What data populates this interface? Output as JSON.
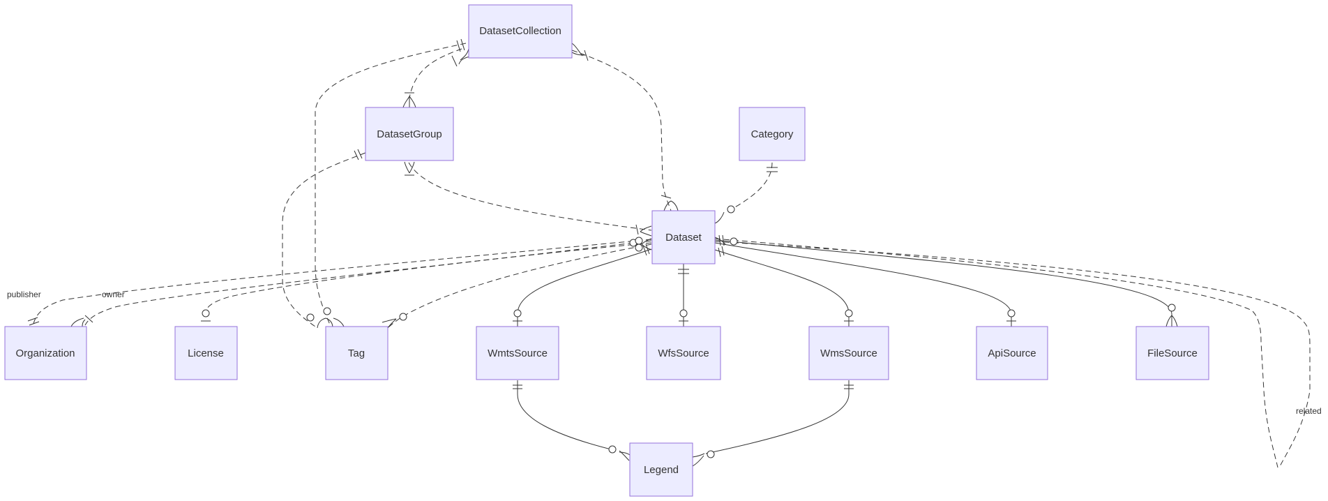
{
  "diagram": {
    "type": "er-diagram",
    "entities": {
      "DatasetCollection": "DatasetCollection",
      "DatasetGroup": "DatasetGroup",
      "Category": "Category",
      "Dataset": "Dataset",
      "Organization": "Organization",
      "License": "License",
      "Tag": "Tag",
      "WmtsSource": "WmtsSource",
      "WfsSource": "WfsSource",
      "WmsSource": "WmsSource",
      "ApiSource": "ApiSource",
      "FileSource": "FileSource",
      "Legend": "Legend"
    },
    "relationship_labels": {
      "publisher": "publisher",
      "owner": "owner",
      "related": "related"
    },
    "relationships": [
      {
        "from": "DatasetCollection",
        "to": "DatasetGroup",
        "style": "dashed"
      },
      {
        "from": "DatasetCollection",
        "to": "Dataset",
        "style": "dashed"
      },
      {
        "from": "DatasetCollection",
        "to": "Tag",
        "style": "dashed"
      },
      {
        "from": "DatasetGroup",
        "to": "Dataset",
        "style": "dashed"
      },
      {
        "from": "DatasetGroup",
        "to": "Tag",
        "style": "dashed"
      },
      {
        "from": "Category",
        "to": "Dataset",
        "style": "dashed"
      },
      {
        "from": "Dataset",
        "to": "Organization",
        "label": "publisher",
        "style": "dashed"
      },
      {
        "from": "Dataset",
        "to": "Organization",
        "label": "owner",
        "style": "dashed"
      },
      {
        "from": "Dataset",
        "to": "License",
        "style": "dashed"
      },
      {
        "from": "Dataset",
        "to": "Tag",
        "style": "dashed"
      },
      {
        "from": "Dataset",
        "to": "WmtsSource",
        "style": "solid"
      },
      {
        "from": "Dataset",
        "to": "WfsSource",
        "style": "solid"
      },
      {
        "from": "Dataset",
        "to": "WmsSource",
        "style": "solid"
      },
      {
        "from": "Dataset",
        "to": "ApiSource",
        "style": "solid"
      },
      {
        "from": "Dataset",
        "to": "FileSource",
        "style": "solid"
      },
      {
        "from": "Dataset",
        "to": "Dataset",
        "label": "related",
        "style": "dashed"
      },
      {
        "from": "WmtsSource",
        "to": "Legend",
        "style": "solid"
      },
      {
        "from": "WmsSource",
        "to": "Legend",
        "style": "solid"
      }
    ]
  },
  "colors": {
    "entity_fill": "#ECECFF",
    "entity_border": "#9370DB",
    "line": "#333333",
    "text": "#333333"
  }
}
